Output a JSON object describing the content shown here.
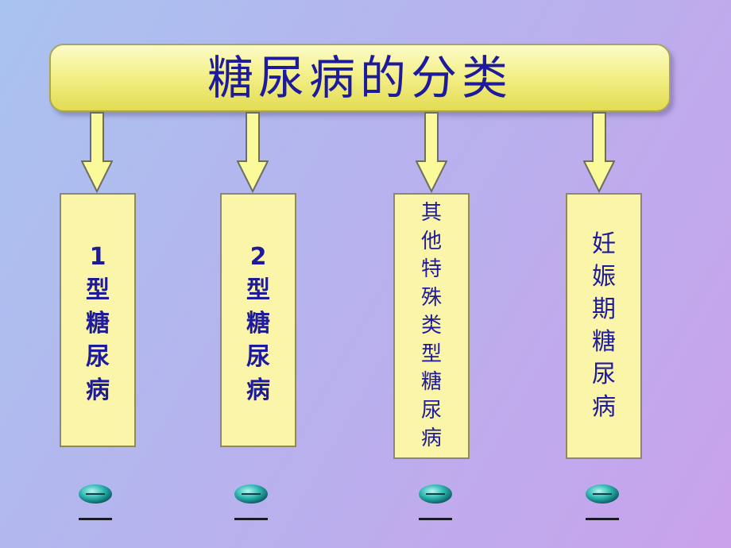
{
  "title": "糖尿病的分类",
  "categories": [
    {
      "text": "1\n型\n糖\n尿\n病"
    },
    {
      "text": "2\n型\n糖\n尿\n病"
    },
    {
      "text": "其\n他\n特\n殊\n类\n型\n糖\n尿\n病"
    },
    {
      "text": "妊\n娠\n期\n糖\n尿\n病"
    }
  ],
  "colors": {
    "box_fill": "#fbf5a9",
    "text": "#1d1b9c",
    "arrow_fill": "#fafa9a",
    "bullet": "#2bb7b0"
  }
}
